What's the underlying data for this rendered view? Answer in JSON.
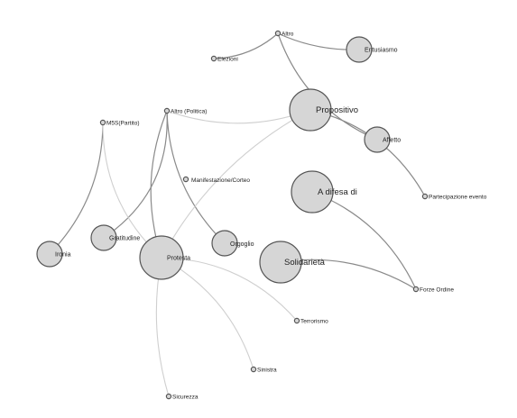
{
  "colors": {
    "background": "#ffffff",
    "node_fill": "#d6d6d6",
    "node_stroke": "#555555",
    "edge_dark": "#8a8a8a",
    "edge_light": "#cfcfcf",
    "label": "#222222"
  },
  "nodes": [
    {
      "id": "altro",
      "label": "Altro",
      "size": "small"
    },
    {
      "id": "entusiasmo",
      "label": "Entusiasmo",
      "size": "medium"
    },
    {
      "id": "elezioni",
      "label": "Elezioni",
      "size": "small"
    },
    {
      "id": "propositivo",
      "label": "Propositivo",
      "size": "large"
    },
    {
      "id": "m5s",
      "label": "M5S(Partito)",
      "size": "small"
    },
    {
      "id": "altro-politica",
      "label": "Altro (Politica)",
      "size": "small"
    },
    {
      "id": "affetto",
      "label": "Affetto",
      "size": "medium"
    },
    {
      "id": "manifestazione",
      "label": "Manifestazione/Corteo",
      "size": "small"
    },
    {
      "id": "difesa",
      "label": "A difesa di",
      "size": "large"
    },
    {
      "id": "partecipazione",
      "label": "Partecipazione evento",
      "size": "small"
    },
    {
      "id": "gratitudine",
      "label": "Gratitudine",
      "size": "medium"
    },
    {
      "id": "orgoglio",
      "label": "Orgoglio",
      "size": "medium"
    },
    {
      "id": "ironia",
      "label": "Ironia",
      "size": "medium"
    },
    {
      "id": "protesta",
      "label": "Protesta",
      "size": "xlarge"
    },
    {
      "id": "solidarieta",
      "label": "Solidarietà",
      "size": "large"
    },
    {
      "id": "forze-ordine",
      "label": "Forze Ordine",
      "size": "small"
    },
    {
      "id": "terrorismo",
      "label": "Terrorismo",
      "size": "small"
    },
    {
      "id": "sinistra",
      "label": "Sinistra",
      "size": "small"
    },
    {
      "id": "sicurezza",
      "label": "Sicurezza",
      "size": "small"
    }
  ],
  "edges": [
    {
      "source": "altro",
      "target": "elezioni",
      "tone": "dark"
    },
    {
      "source": "altro",
      "target": "entusiasmo",
      "tone": "dark"
    },
    {
      "source": "altro",
      "target": "affetto",
      "tone": "dark"
    },
    {
      "source": "propositivo",
      "target": "partecipazione",
      "tone": "dark"
    },
    {
      "source": "altro-politica",
      "target": "propositivo",
      "tone": "light"
    },
    {
      "source": "altro-politica",
      "target": "gratitudine",
      "tone": "dark"
    },
    {
      "source": "altro-politica",
      "target": "orgoglio",
      "tone": "dark"
    },
    {
      "source": "altro-politica",
      "target": "protesta",
      "tone": "dark"
    },
    {
      "source": "m5s",
      "target": "ironia",
      "tone": "dark"
    },
    {
      "source": "m5s",
      "target": "protesta",
      "tone": "light"
    },
    {
      "source": "protesta",
      "target": "propositivo",
      "tone": "light"
    },
    {
      "source": "protesta",
      "target": "terrorismo",
      "tone": "light"
    },
    {
      "source": "protesta",
      "target": "sinistra",
      "tone": "light"
    },
    {
      "source": "protesta",
      "target": "sicurezza",
      "tone": "light"
    },
    {
      "source": "difesa",
      "target": "forze-ordine",
      "tone": "dark"
    },
    {
      "source": "solidarieta",
      "target": "forze-ordine",
      "tone": "dark"
    }
  ]
}
